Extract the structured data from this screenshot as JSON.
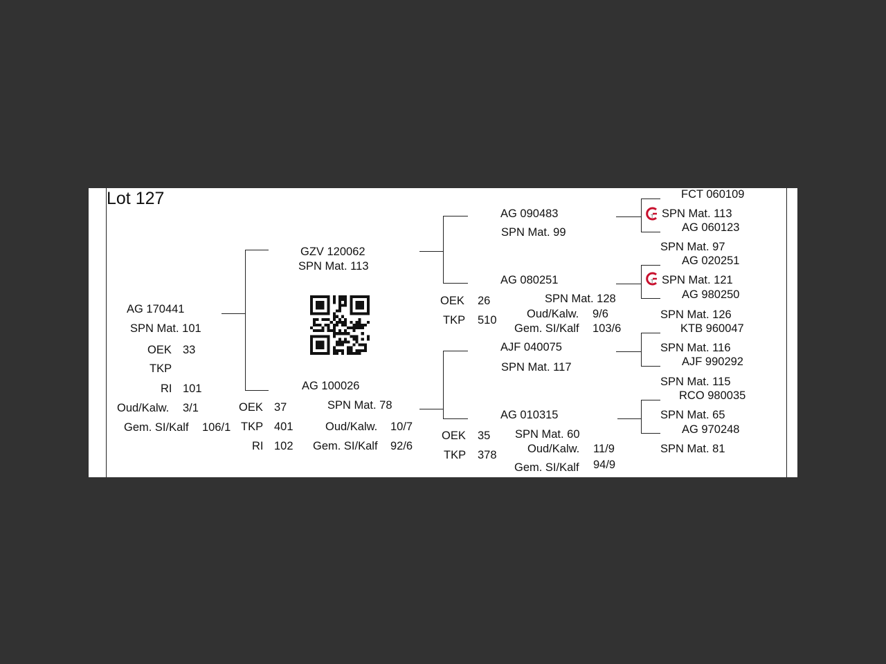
{
  "lot": "Lot 127",
  "animal": {
    "id": "AG  170441",
    "spn": "SPN Mat. 101",
    "oek_label": "OEK",
    "oek": "33",
    "tkp_label": "TKP",
    "ri_label": "RI",
    "ri": "101",
    "oud_label": "Oud/Kalw.",
    "oud": "3/1",
    "gem_label": "Gem. SI/Kalf",
    "gem": "106/1"
  },
  "sire": {
    "id": "GZV 120062",
    "spn": "SPN Mat. 113"
  },
  "dam": {
    "id": "AG  100026",
    "spn": "SPN Mat. 78",
    "oek_label": "OEK",
    "oek": "37",
    "tkp_label": "TKP",
    "tkp": "401",
    "ri_label": "RI",
    "ri": "102",
    "oud_label": "Oud/Kalw.",
    "oud": "10/7",
    "gem_label": "Gem. SI/Kalf",
    "gem": "92/6"
  },
  "sire_sire": {
    "id": "AG  090483",
    "spn": "SPN Mat. 99"
  },
  "sire_dam": {
    "id": "AG  080251",
    "spn": "SPN Mat. 128",
    "oek_label": "OEK",
    "oek": "26",
    "tkp_label": "TKP",
    "tkp": "510",
    "oud_label": "Oud/Kalw.",
    "oud": "9/6",
    "gem_label": "Gem. SI/Kalf",
    "gem": "103/6"
  },
  "dam_sire": {
    "id": "AJF 040075",
    "spn": "SPN Mat. 117"
  },
  "dam_dam": {
    "id": "AG  010315",
    "spn": "SPN Mat. 60",
    "oek_label": "OEK",
    "oek": "35",
    "tkp_label": "TKP",
    "tkp": "378",
    "oud_label": "Oud/Kalw.",
    "oud": "11/9",
    "gem_label": "Gem. SI/Kalf",
    "gem": "94/9"
  },
  "ggp": [
    {
      "id": "FCT 060109",
      "spn": "SPN Mat. 113"
    },
    {
      "id": "AG  060123",
      "spn": "SPN Mat. 97"
    },
    {
      "id": "AG  020251",
      "spn": "SPN Mat. 121"
    },
    {
      "id": "AG  980250",
      "spn": "SPN Mat. 126"
    },
    {
      "id": "KTB 960047",
      "spn": "SPN Mat. 116"
    },
    {
      "id": "AJF 990292",
      "spn": "SPN Mat. 115"
    },
    {
      "id": "RCO 980035",
      "spn": "SPN Mat. 65"
    },
    {
      "id": "AG  970248",
      "spn": "SPN Mat. 81"
    }
  ],
  "qr_label": "qr-code",
  "logo_label": "breed-logo"
}
